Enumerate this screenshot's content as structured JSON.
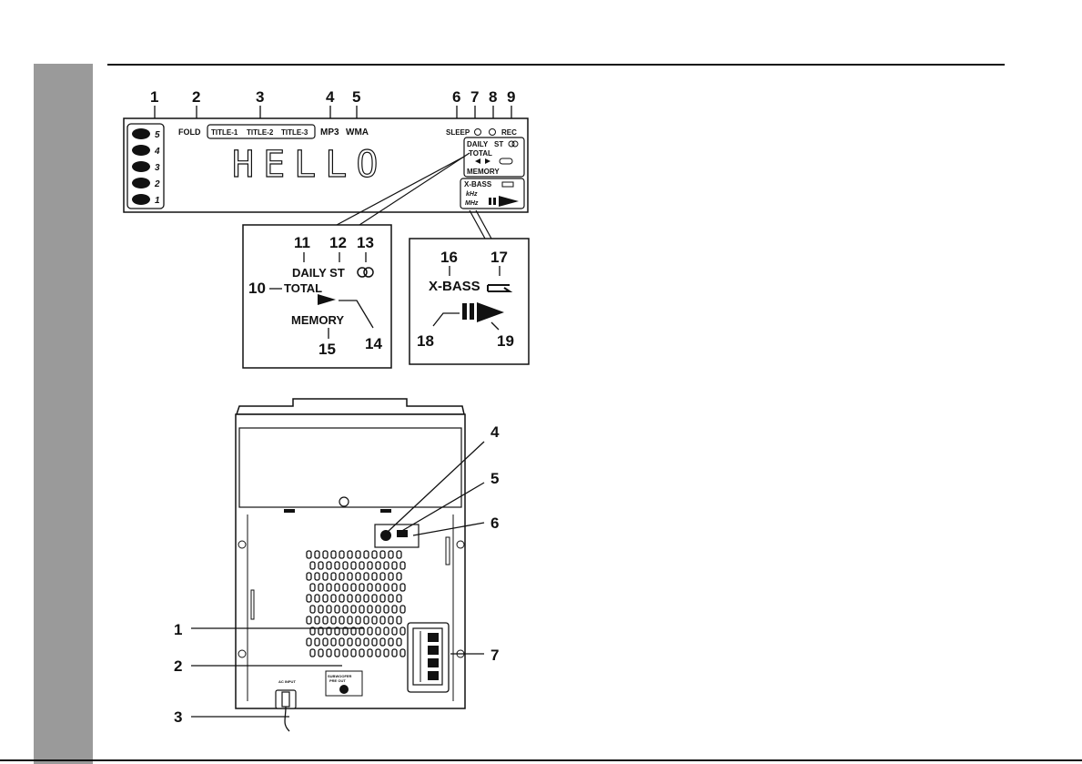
{
  "display": {
    "callouts": [
      "1",
      "2",
      "3",
      "4",
      "5",
      "6",
      "7",
      "8",
      "9"
    ],
    "fold": "FOLD",
    "titles": [
      "TITLE-1",
      "TITLE-2",
      "TITLE-3"
    ],
    "mp3": "MP3",
    "wma": "WMA",
    "sleep": "SLEEP",
    "rec": "REC",
    "disc_numbers": [
      "5",
      "4",
      "3",
      "2",
      "1"
    ],
    "segment_text": "HELLO",
    "box1": {
      "daily": "DAILY",
      "st": "ST",
      "total": "TOTAL",
      "memory": "MEMORY"
    },
    "box2": {
      "xbass": "X-BASS",
      "khz": "kHz",
      "mhz": "MHz"
    }
  },
  "zoom_left": {
    "callouts": [
      "11",
      "12",
      "13",
      "10",
      "14",
      "15"
    ],
    "daily_st": "DAILY ST",
    "total": "TOTAL",
    "memory": "MEMORY"
  },
  "zoom_right": {
    "callouts": [
      "16",
      "17",
      "18",
      "19"
    ],
    "xbass": "X-BASS"
  },
  "rear_panel": {
    "callouts": [
      "4",
      "5",
      "6",
      "1",
      "2",
      "7",
      "3"
    ],
    "ac_input": "AC INPUT",
    "subwoofer": "SUBWOOFER",
    "subwoofer2": "PRE OUT"
  }
}
